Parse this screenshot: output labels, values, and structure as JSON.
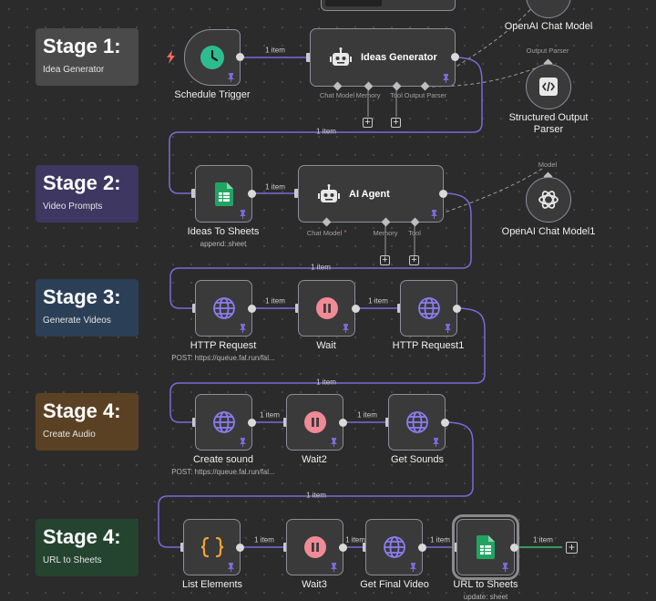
{
  "canvas": {
    "stages": [
      {
        "title": "Stage 1:",
        "subtitle": "Idea Generator",
        "color": "#4a4a4a"
      },
      {
        "title": "Stage 2:",
        "subtitle": "Video Prompts",
        "color": "#3d3761"
      },
      {
        "title": "Stage 3:",
        "subtitle": "Generate Videos",
        "color": "#2b3f57"
      },
      {
        "title": "Stage 4:",
        "subtitle": "Create Audio",
        "color": "#5a4124"
      },
      {
        "title": "Stage 4:",
        "subtitle": "URL to Sheets",
        "color": "#24442f"
      }
    ],
    "nodes": {
      "schedule_trigger": {
        "label": "Schedule Trigger"
      },
      "ideas_generator": {
        "label": "Ideas Generator",
        "ports": [
          "Chat Model",
          "Memory",
          "Tool",
          "Output Parser"
        ]
      },
      "openai_chat_model": {
        "label": "OpenAI Chat Model"
      },
      "structured_parser": {
        "label": "Structured Output Parser",
        "port": "Output Parser"
      },
      "ideas_to_sheets": {
        "label": "Ideas To Sheets",
        "subtitle": "append: sheet"
      },
      "ai_agent": {
        "label": "AI Agent",
        "ports": [
          "Chat Model",
          "Memory",
          "Tool"
        ],
        "required_mark": "*"
      },
      "openai_chat_model1": {
        "label": "OpenAI Chat Model1",
        "port": "Model"
      },
      "http_request": {
        "label": "HTTP Request",
        "subtitle": "POST: https://queue.fal.run/fal..."
      },
      "wait": {
        "label": "Wait"
      },
      "http_request1": {
        "label": "HTTP Request1"
      },
      "create_sound": {
        "label": "Create sound",
        "subtitle": "POST: https://queue.fal.run/fal..."
      },
      "wait2": {
        "label": "Wait2"
      },
      "get_sounds": {
        "label": "Get Sounds"
      },
      "list_elements": {
        "label": "List Elements"
      },
      "wait3": {
        "label": "Wait3"
      },
      "get_final_video": {
        "label": "Get Final Video"
      },
      "url_to_sheets": {
        "label": "URL to Sheets",
        "subtitle": "update: sheet"
      }
    },
    "edges": {
      "trigger_to_ideas": "1 item",
      "ideas_to_sheets": "1 item",
      "sheets_to_agent": "1 item",
      "agent_to_http": "1 item",
      "http_to_wait": "1 item",
      "wait_to_http1": "1 item",
      "http1_to_sound": "1 item",
      "sound_to_wait2": "1 item",
      "wait2_to_sounds": "1 item",
      "sounds_to_list": "1 item",
      "list_to_wait3": "1 item",
      "wait3_to_final": "1 item",
      "final_to_url": "1 item",
      "url_out": "1 item"
    },
    "colors": {
      "accent": "#7b6ad9",
      "wire": "#7b6ad9",
      "success": "#3fbf6c",
      "sheets": "#20a463",
      "trigger": "#2ebc8f",
      "wait": "#f08a96",
      "globe": "#8c7cf0",
      "code": "#f0a531",
      "trigger_bolt": "#ff6b5e"
    },
    "icons": [
      "clock-icon",
      "robot-icon",
      "sheets-icon",
      "globe-icon",
      "pause-icon",
      "code-braces-icon",
      "openai-icon",
      "code-icon",
      "pin-icon",
      "bolt-icon",
      "plus-icon"
    ]
  }
}
